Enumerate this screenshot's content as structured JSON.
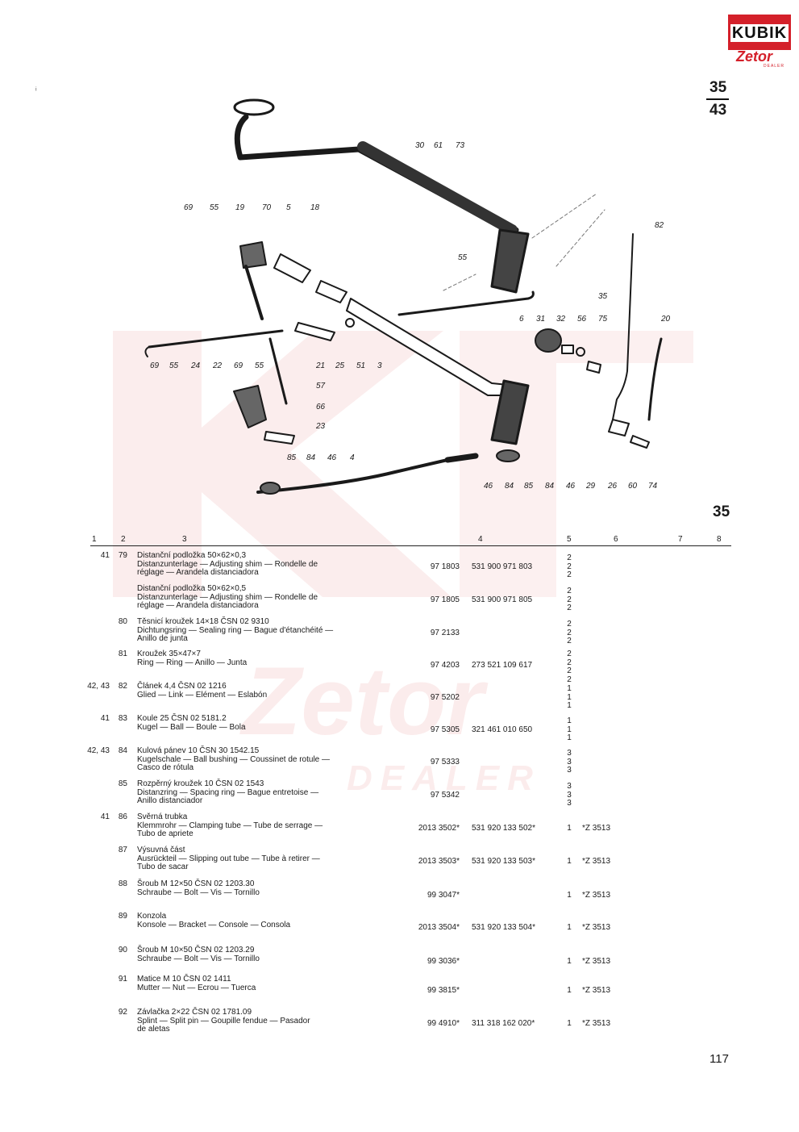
{
  "header": {
    "logo_text": "KUBIK",
    "logo_brand": "Zetor",
    "logo_dealer": "DEALER",
    "figure_top": "35",
    "figure_bottom": "43",
    "figure_right": "35"
  },
  "diagram": {
    "callouts": [
      "30",
      "61",
      "73",
      "69",
      "55",
      "19",
      "70",
      "5",
      "18",
      "55",
      "82",
      "35",
      "20",
      "6",
      "31",
      "32",
      "56",
      "75",
      "69",
      "55",
      "24",
      "22",
      "69",
      "55",
      "21",
      "25",
      "51",
      "3",
      "57",
      "66",
      "23",
      "85",
      "84",
      "46",
      "4",
      "46",
      "84",
      "85",
      "84",
      "46",
      "29",
      "26",
      "60",
      "74"
    ]
  },
  "columns": [
    "1",
    "2",
    "3",
    "4",
    "5",
    "6",
    "7",
    "8"
  ],
  "rows": [
    {
      "fig": "41",
      "item": "79",
      "desc": [
        "Distanční podložka 50×62×0,3",
        "Distanzunterlage — Adjusting shim — Rondelle de",
        "réglage — Arandela distanciadora"
      ],
      "code1": "97 1803",
      "code2": "531 900 971 803",
      "qty": [
        "2",
        "2",
        "2"
      ],
      "note": ""
    },
    {
      "fig": "",
      "item": "",
      "desc": [
        "Distanční podložka 50×62×0,5",
        "Distanzunterlage — Adjusting shim — Rondelle de",
        "réglage — Arandela distanciadora"
      ],
      "code1": "97 1805",
      "code2": "531 900 971 805",
      "qty": [
        "2",
        "2",
        "2"
      ],
      "note": ""
    },
    {
      "fig": "",
      "item": "80",
      "desc": [
        "Těsnicí kroužek 14×18  ČSN 02 9310",
        "Dichtungsring — Sealing ring — Bague d'étanchéité —",
        "Anillo de junta"
      ],
      "code1": "97 2133",
      "code2": "",
      "qty": [
        "2",
        "2",
        "2"
      ],
      "note": ""
    },
    {
      "fig": "",
      "item": "81",
      "desc": [
        "Kroužek 35×47×7",
        "Ring — Ring — Anillo — Junta"
      ],
      "code1": "97 4203",
      "code2": "273 521 109 617",
      "qty": [
        "2",
        "2",
        "2",
        "2"
      ],
      "note": ""
    },
    {
      "fig": "42, 43",
      "item": "82",
      "desc": [
        "Článek 4,4  ČSN 02 1216",
        "Glied — Link — Elément — Eslabón"
      ],
      "code1": "97 5202",
      "code2": "",
      "qty": [
        "1",
        "1",
        "1"
      ],
      "note": ""
    },
    {
      "fig": "41",
      "item": "83",
      "desc": [
        "Koule 25  ČSN 02 5181.2",
        "Kugel — Ball — Boule — Bola"
      ],
      "code1": "97 5305",
      "code2": "321 461 010 650",
      "qty": [
        "1",
        "1",
        "1"
      ],
      "note": ""
    },
    {
      "fig": "42, 43",
      "item": "84",
      "desc": [
        "Kulová pánev 10  ČSN 30 1542.15",
        "Kugelschale — Ball bushing — Coussinet de rotule —",
        "Casco de rótula"
      ],
      "code1": "97 5333",
      "code2": "",
      "qty": [
        "3",
        "3",
        "3"
      ],
      "note": ""
    },
    {
      "fig": "",
      "item": "85",
      "desc": [
        "Rozpěrný kroužek 10  ČSN 02 1543",
        "Distanzring — Spacing ring — Bague entretoise —",
        "Anillo distanciador"
      ],
      "code1": "97 5342",
      "code2": "",
      "qty": [
        "3",
        "3",
        "3"
      ],
      "note": ""
    },
    {
      "fig": "41",
      "item": "86",
      "desc": [
        "Svěrná trubka",
        "Klemmrohr — Clamping tube — Tube de serrage —",
        "Tubo de apriete"
      ],
      "code1": "2013 3502*",
      "code2": "531 920 133 502*",
      "qty": [
        "1"
      ],
      "note": "*Z 3513"
    },
    {
      "fig": "",
      "item": "87",
      "desc": [
        "Výsuvná část",
        "Ausrückteil — Slipping out tube — Tube à retirer —",
        "Tubo de sacar"
      ],
      "code1": "2013 3503*",
      "code2": "531 920 133 503*",
      "qty": [
        "1"
      ],
      "note": "*Z 3513"
    },
    {
      "fig": "",
      "item": "88",
      "desc": [
        "Šroub M 12×50  ČSN 02 1203.30",
        "Schraube — Bolt — Vis — Tornillo"
      ],
      "code1": "99 3047*",
      "code2": "",
      "qty": [
        "1"
      ],
      "note": "*Z 3513"
    },
    {
      "fig": "",
      "item": "89",
      "desc": [
        "Konzola",
        "Konsole — Bracket — Console — Consola"
      ],
      "code1": "2013 3504*",
      "code2": "531 920 133 504*",
      "qty": [
        "1"
      ],
      "note": "*Z 3513"
    },
    {
      "fig": "",
      "item": "90",
      "desc": [
        "Šroub M 10×50  ČSN 02 1203.29",
        "Schraube — Bolt — Vis — Tornillo"
      ],
      "code1": "99 3036*",
      "code2": "",
      "qty": [
        "1"
      ],
      "note": "*Z 3513"
    },
    {
      "fig": "",
      "item": "91",
      "desc": [
        "Matice M 10  ČSN 02 1411",
        "Mutter — Nut — Ecrou — Tuerca"
      ],
      "code1": "99 3815*",
      "code2": "",
      "qty": [
        "1"
      ],
      "note": "*Z 3513"
    },
    {
      "fig": "",
      "item": "92",
      "desc": [
        "Závlačka 2×22  ČSN 02 1781.09",
        "Splint — Split pin — Goupille fendue — Pasador",
        "de aletas"
      ],
      "code1": "99 4910*",
      "code2": "311 318 162 020*",
      "qty": [
        "1"
      ],
      "note": "*Z 3513"
    }
  ],
  "page_number": "117"
}
